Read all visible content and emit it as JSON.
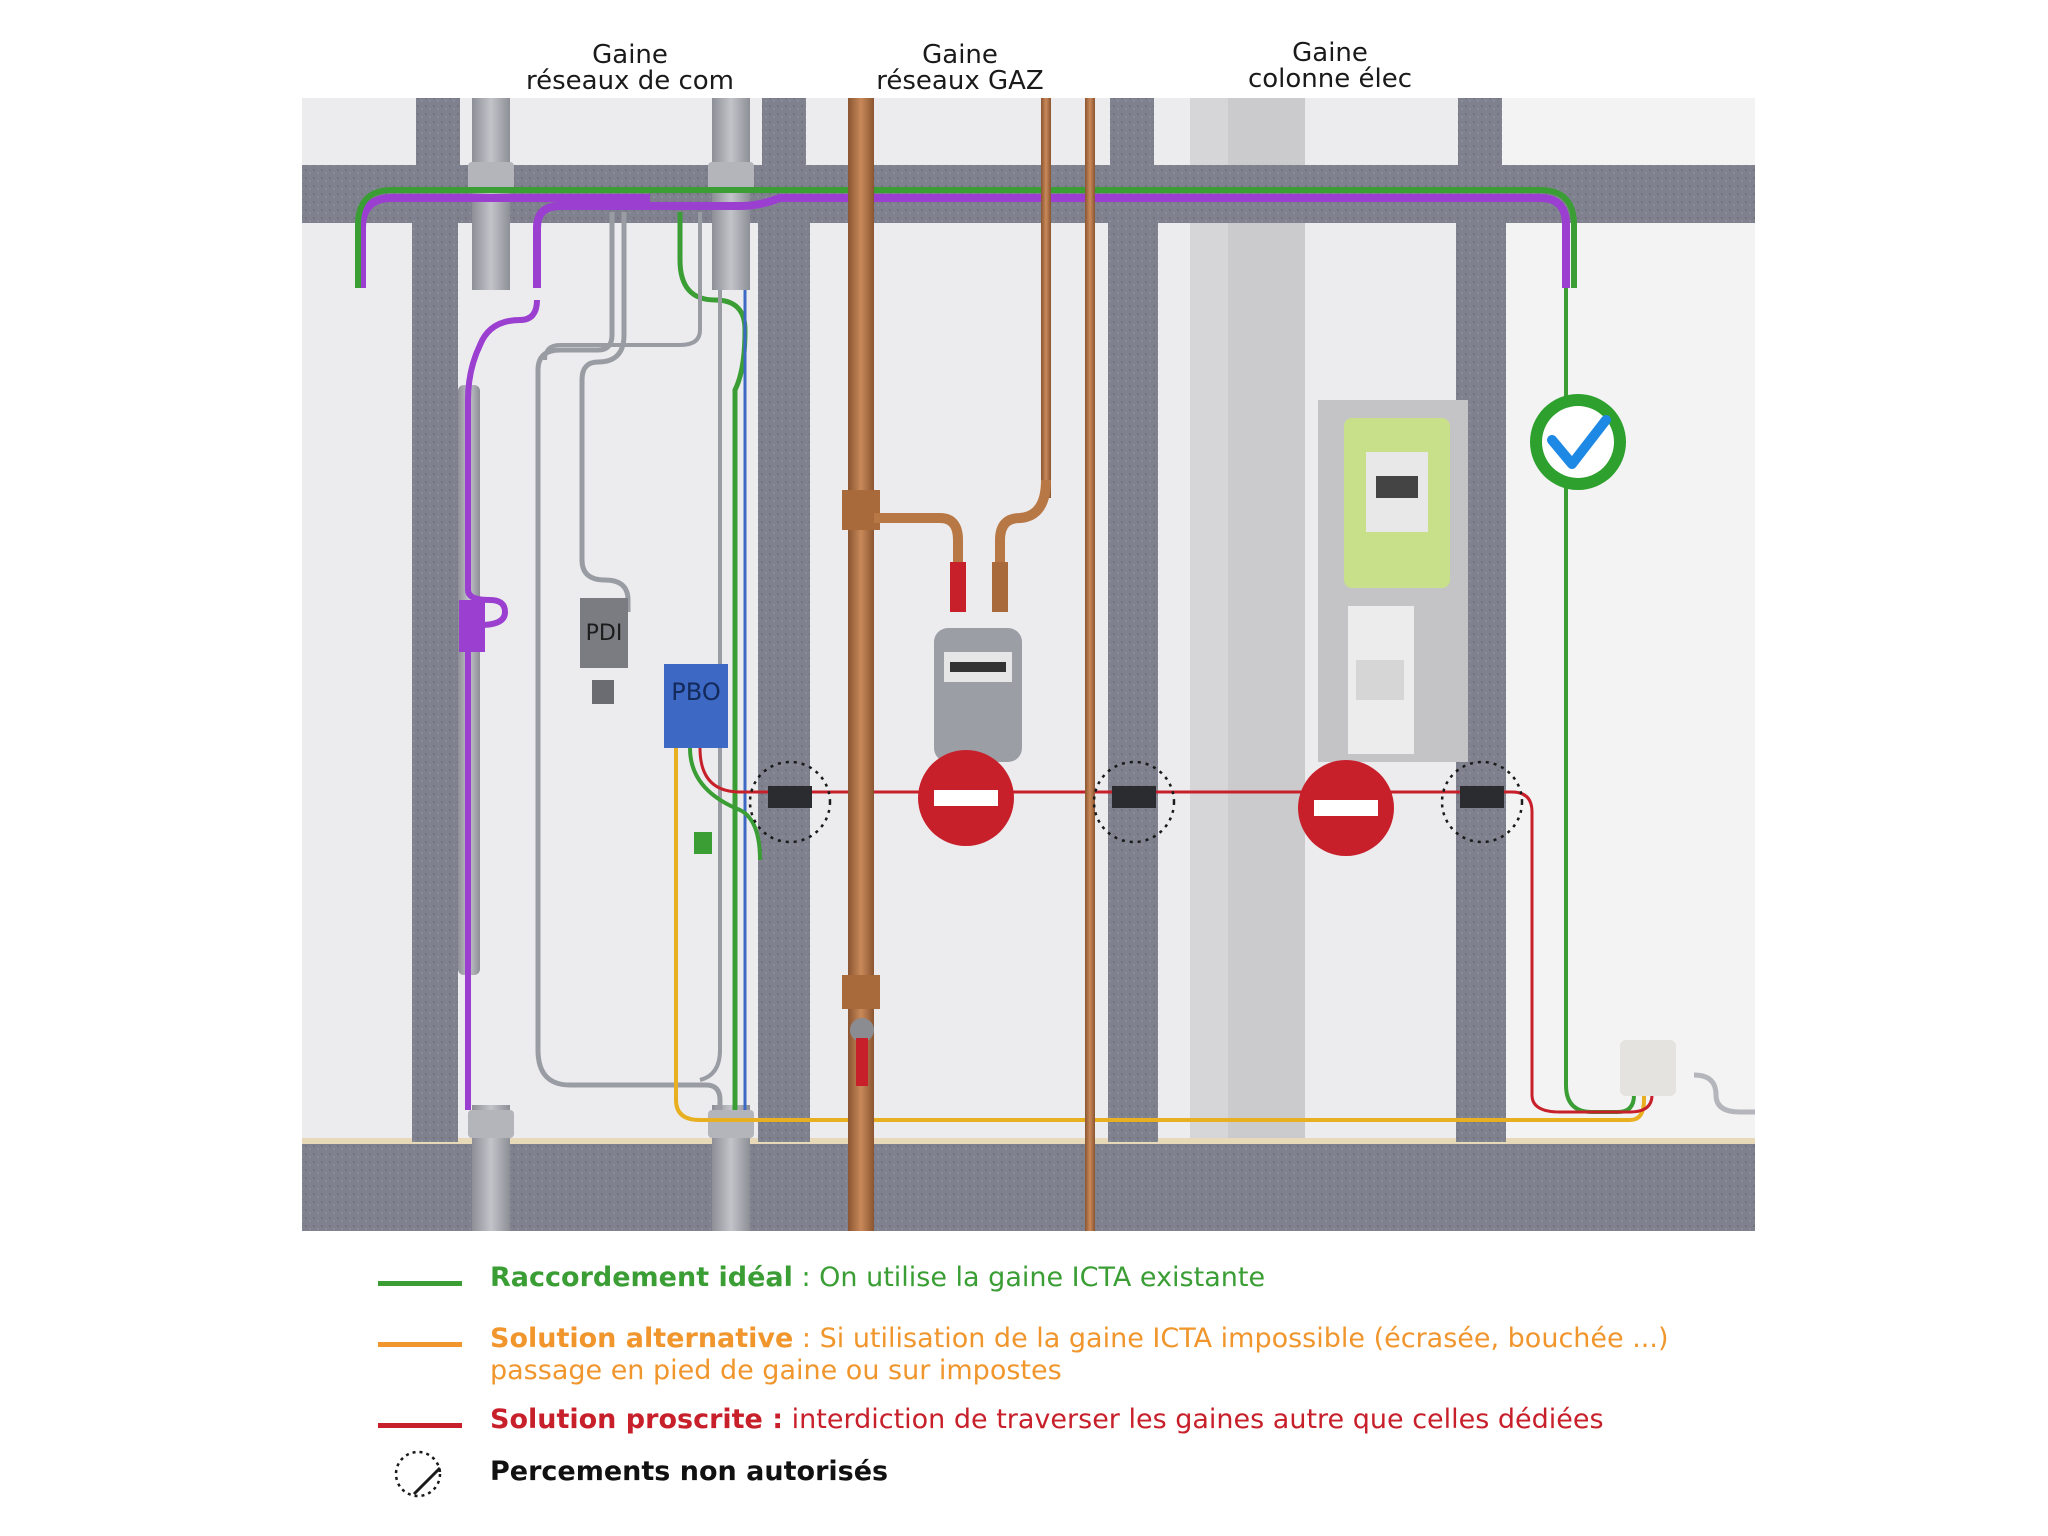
{
  "headings": {
    "com": {
      "line1": "Gaine",
      "line2": "réseaux de com"
    },
    "gaz": {
      "line1": "Gaine",
      "line2": "réseaux GAZ"
    },
    "elec": {
      "line1": "Gaine",
      "line2": "colonne élec"
    }
  },
  "labels": {
    "pdi": "PDI",
    "pbo": "PBO"
  },
  "legend": {
    "ideal": {
      "title": "Raccordement idéal",
      "text": " : On utilise la gaine ICTA existante"
    },
    "alternative": {
      "title": "Solution alternative",
      "text": " : Si utilisation de la gaine ICTA impossible (écrasée, bouchée ...)",
      "text2": "passage en pied de gaine ou sur impostes"
    },
    "proscrite": {
      "title": "Solution proscrite :",
      "text": " interdiction de traverser les gaines autre que celles dédiées"
    },
    "percements": {
      "title": "Percements non autorisés"
    }
  },
  "colors": {
    "green": "#3a9e35",
    "orange": "#f0962d",
    "red": "#c8202a",
    "purple": "#9b3fd1",
    "concrete": "#7d808c",
    "copper": "#b87845",
    "meter_green": "#c8e08a",
    "pbo_blue": "#3d68c4",
    "check_green": "#2da02d",
    "check_blue": "#1e88e5"
  },
  "icons": {
    "check": "check-circle-icon",
    "no_entry": "no-entry-icon",
    "drill": "dotted-circle-drill-icon"
  }
}
